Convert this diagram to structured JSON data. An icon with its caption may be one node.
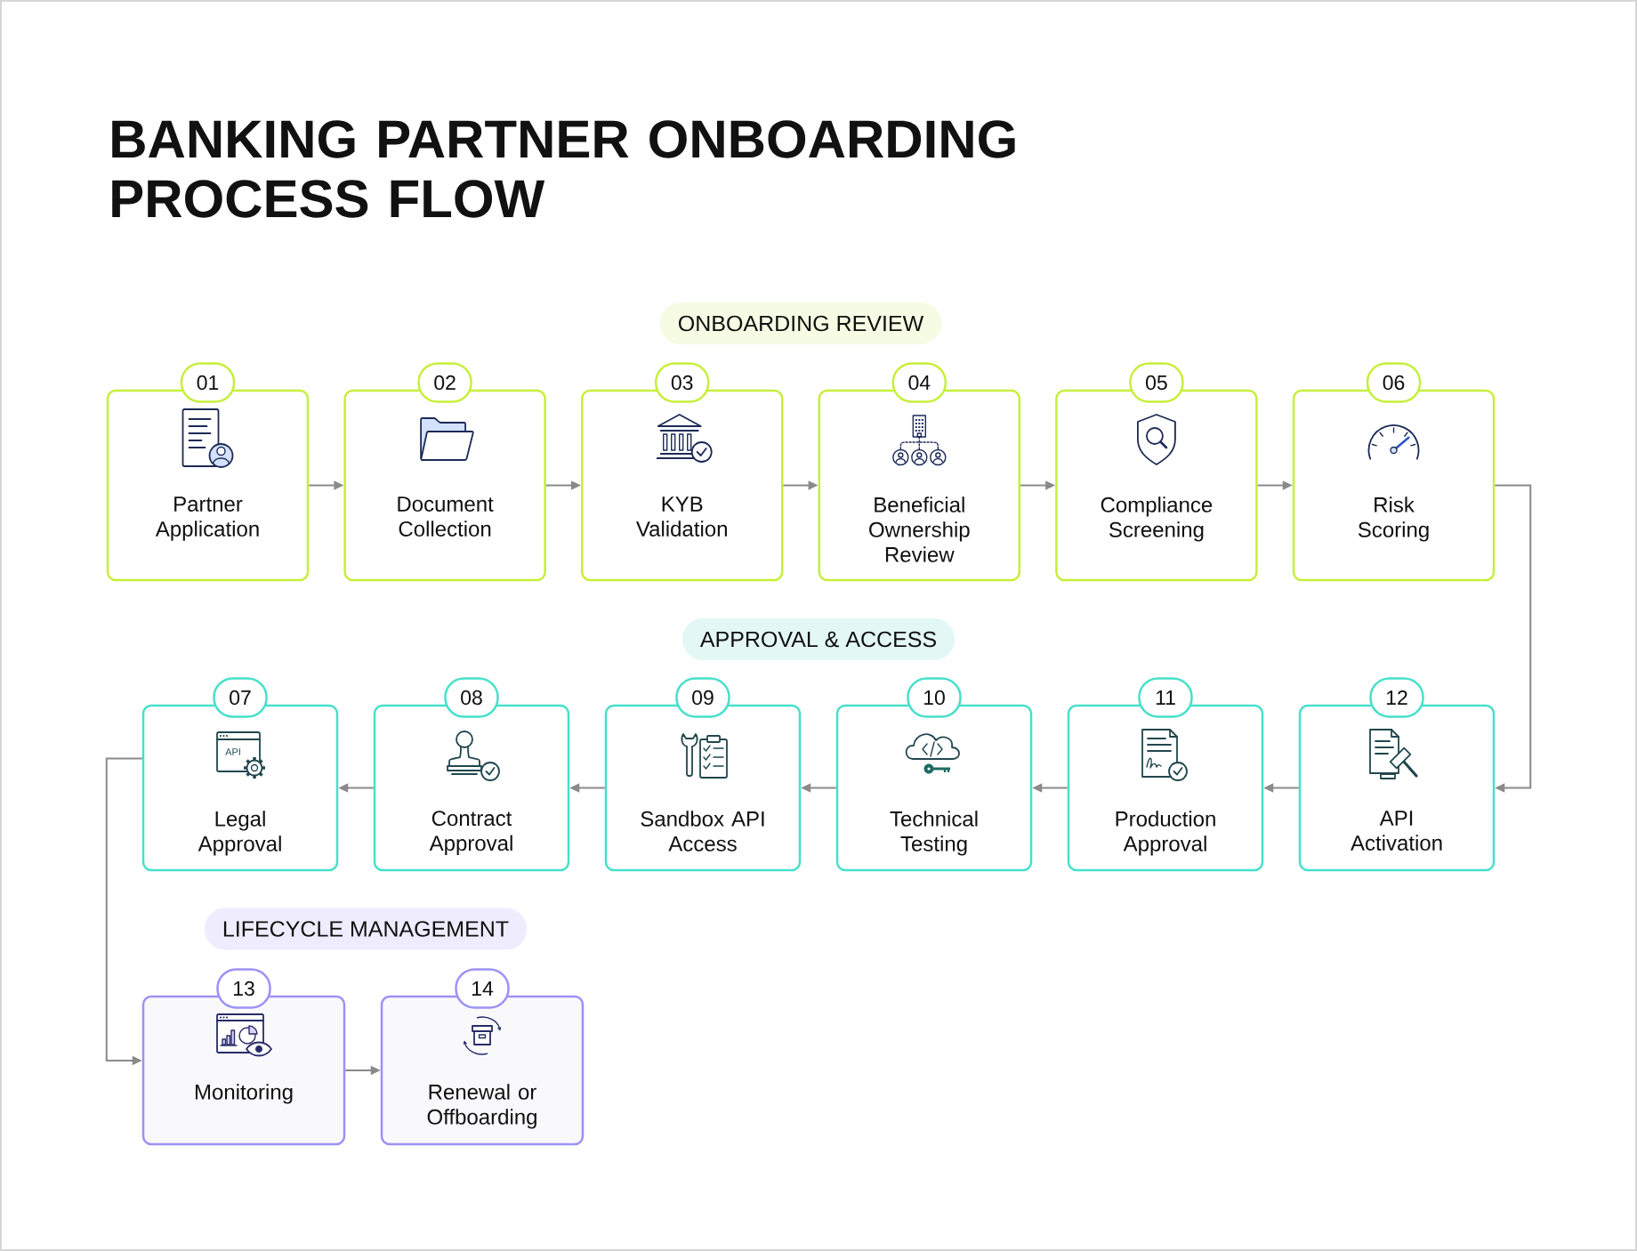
{
  "diagram": {
    "title": "BANKING PARTNER ONBOARDING PROCESS FLOW",
    "nodes": [
      {
        "text": [
          "ONBOARDING REVIEW"
        ]
      },
      {
        "text": [
          "01",
          "Partner Application"
        ]
      },
      {
        "text": [
          "02",
          "Document Collection"
        ]
      },
      {
        "text": [
          "03",
          "KYB Validation"
        ]
      },
      {
        "text": [
          "04",
          "Beneficial Ownership Review"
        ]
      },
      {
        "text": [
          "05",
          "Compliance Screening"
        ]
      },
      {
        "text": [
          "06",
          "Risk Scoring"
        ]
      },
      {
        "text": [
          "APPROVAL & ACCESS"
        ]
      },
      {
        "text": [
          "07",
          "Legal Approval"
        ]
      },
      {
        "text": [
          "08",
          "Contract Approval"
        ]
      },
      {
        "text": [
          "09",
          "Sandbox API Access"
        ]
      },
      {
        "text": [
          "10",
          "Technical Testing"
        ]
      },
      {
        "text": [
          "11",
          "Production Approval"
        ]
      },
      {
        "text": [
          "12",
          "API Activation"
        ]
      },
      {
        "text": [
          "LIFECYCLE MANAGEMENT"
        ]
      },
      {
        "text": [
          "13",
          "Monitoring"
        ]
      },
      {
        "text": [
          "14",
          "Renewal or Offboarding"
        ]
      }
    ],
    "edges": [
      {
        "from": 1,
        "to": 2,
        "arrow": "to"
      },
      {
        "from": 2,
        "to": 3,
        "arrow": "to"
      },
      {
        "from": 3,
        "to": 4,
        "arrow": "to"
      },
      {
        "from": 4,
        "to": 5,
        "arrow": "to"
      },
      {
        "from": 5,
        "to": 6,
        "arrow": "to"
      },
      {
        "from": 6,
        "to": 13,
        "arrow": "to"
      },
      {
        "from": 13,
        "to": 12,
        "arrow": "to"
      },
      {
        "from": 12,
        "to": 11,
        "arrow": "to"
      },
      {
        "from": 11,
        "to": 10,
        "arrow": "to"
      },
      {
        "from": 10,
        "to": 9,
        "arrow": "to"
      },
      {
        "from": 9,
        "to": 8,
        "arrow": "to"
      },
      {
        "from": 8,
        "to": 15,
        "arrow": "to"
      },
      {
        "from": 15,
        "to": 16,
        "arrow": "to"
      }
    ],
    "labels": [
      "API"
    ]
  }
}
